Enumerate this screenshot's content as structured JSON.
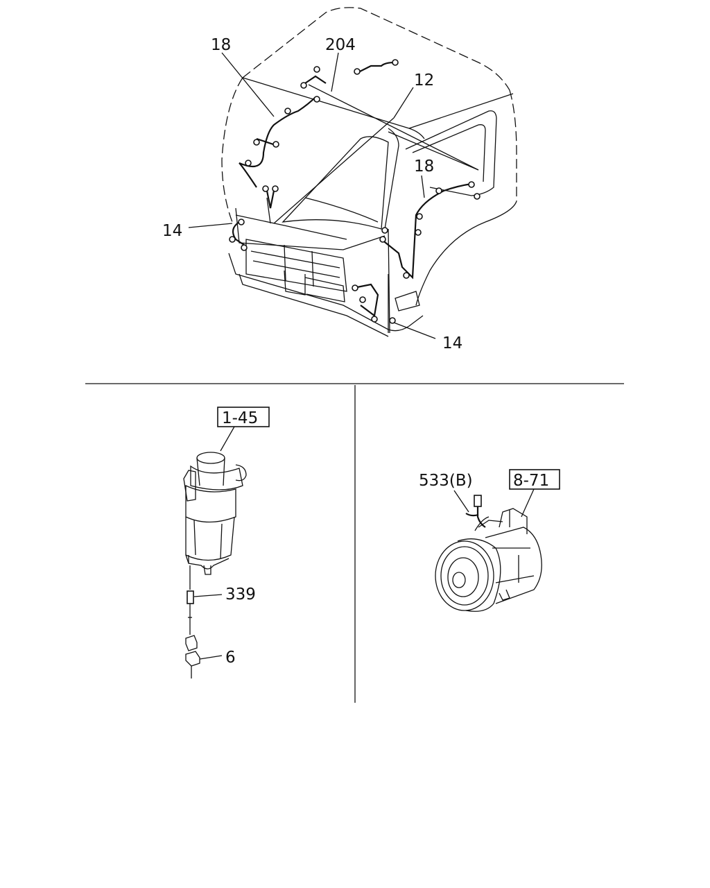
{
  "callouts": {
    "cab_harness_left": "18",
    "cab_harness_roof": "204",
    "cab_harness_center": "12",
    "cab_harness_right": "18",
    "front_harness_left": "14",
    "front_harness_right": "14",
    "filter_ref": "1-45",
    "filter_wire": "339",
    "filter_connector": "6",
    "compressor_wire": "533(B)",
    "compressor_ref": "8-71"
  }
}
